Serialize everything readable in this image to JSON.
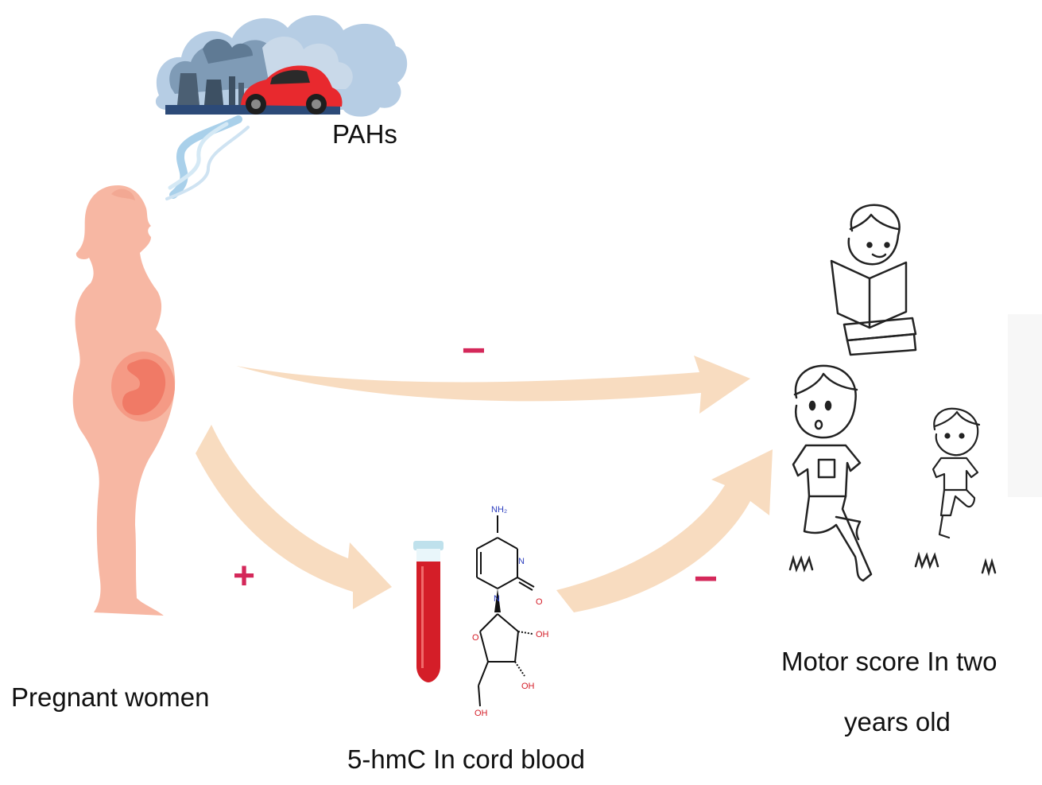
{
  "labels": {
    "pahs": "PAHs",
    "pregnant_women": "Pregnant women",
    "cord_blood": "5-hmC In cord blood",
    "motor_line1": "Motor score In two",
    "motor_line2": "years old"
  },
  "signs": {
    "direct_effect": "−",
    "pregnant_to_cord": "+",
    "cord_to_motor": "−"
  },
  "molecule": {
    "amine": "NH₂",
    "ring_n_top": "N",
    "ring_n_bottom": "N",
    "carbonyl_o": "O",
    "ring_o": "O",
    "hydroxyl_1": "OH",
    "hydroxyl_2": "OH",
    "hydroxyl_3": "OH"
  },
  "colors": {
    "arrow": "#f8dcc0",
    "sign": "#d4285a",
    "silhouette": "#f7b7a3",
    "fetus": "#f08a78",
    "blood": "#d41e28",
    "smoke": "#8fb1cf",
    "car": "#e8292e",
    "sketch": "#222222"
  },
  "icons": [
    "factory-smoke-icon",
    "red-car-icon",
    "breath-swirl-icon",
    "pregnant-woman-icon",
    "fetus-icon",
    "blood-tube-icon",
    "cytosine-molecule-icon",
    "reading-child-icon",
    "running-child-icon",
    "small-running-child-icon",
    "grass-tuft-icon"
  ]
}
